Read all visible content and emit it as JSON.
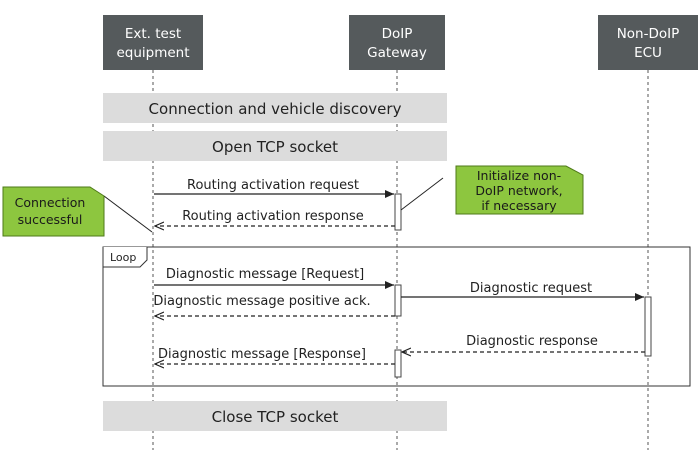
{
  "participants": [
    {
      "line1": "Ext. test",
      "line2": "equipment"
    },
    {
      "line1": "DoIP",
      "line2": "Gateway"
    },
    {
      "line1": "Non-DoIP",
      "line2": "ECU"
    }
  ],
  "bands": {
    "discovery": "Connection and vehicle discovery",
    "open": "Open TCP socket",
    "close": "Close TCP socket"
  },
  "messages": {
    "routing_request": "Routing activation request",
    "routing_response": "Routing activation response",
    "diag_request_msg": "Diagnostic message [Request]",
    "diag_pos_ack": "Diagnostic message positive ack.",
    "diag_response_msg": "Diagnostic message [Response]",
    "diag_request": "Diagnostic request",
    "diag_response": "Diagnostic response"
  },
  "notes": {
    "connection_line1": "Connection",
    "connection_line2": "successful",
    "init_line1": "Initialize non-",
    "init_line2": "DoIP network,",
    "init_line3": "if necessary"
  },
  "loop_label": "Loop",
  "colors": {
    "actor_fill": "#555a5c",
    "band_fill": "#dcdcdc",
    "note_fill": "#8dc63f"
  }
}
